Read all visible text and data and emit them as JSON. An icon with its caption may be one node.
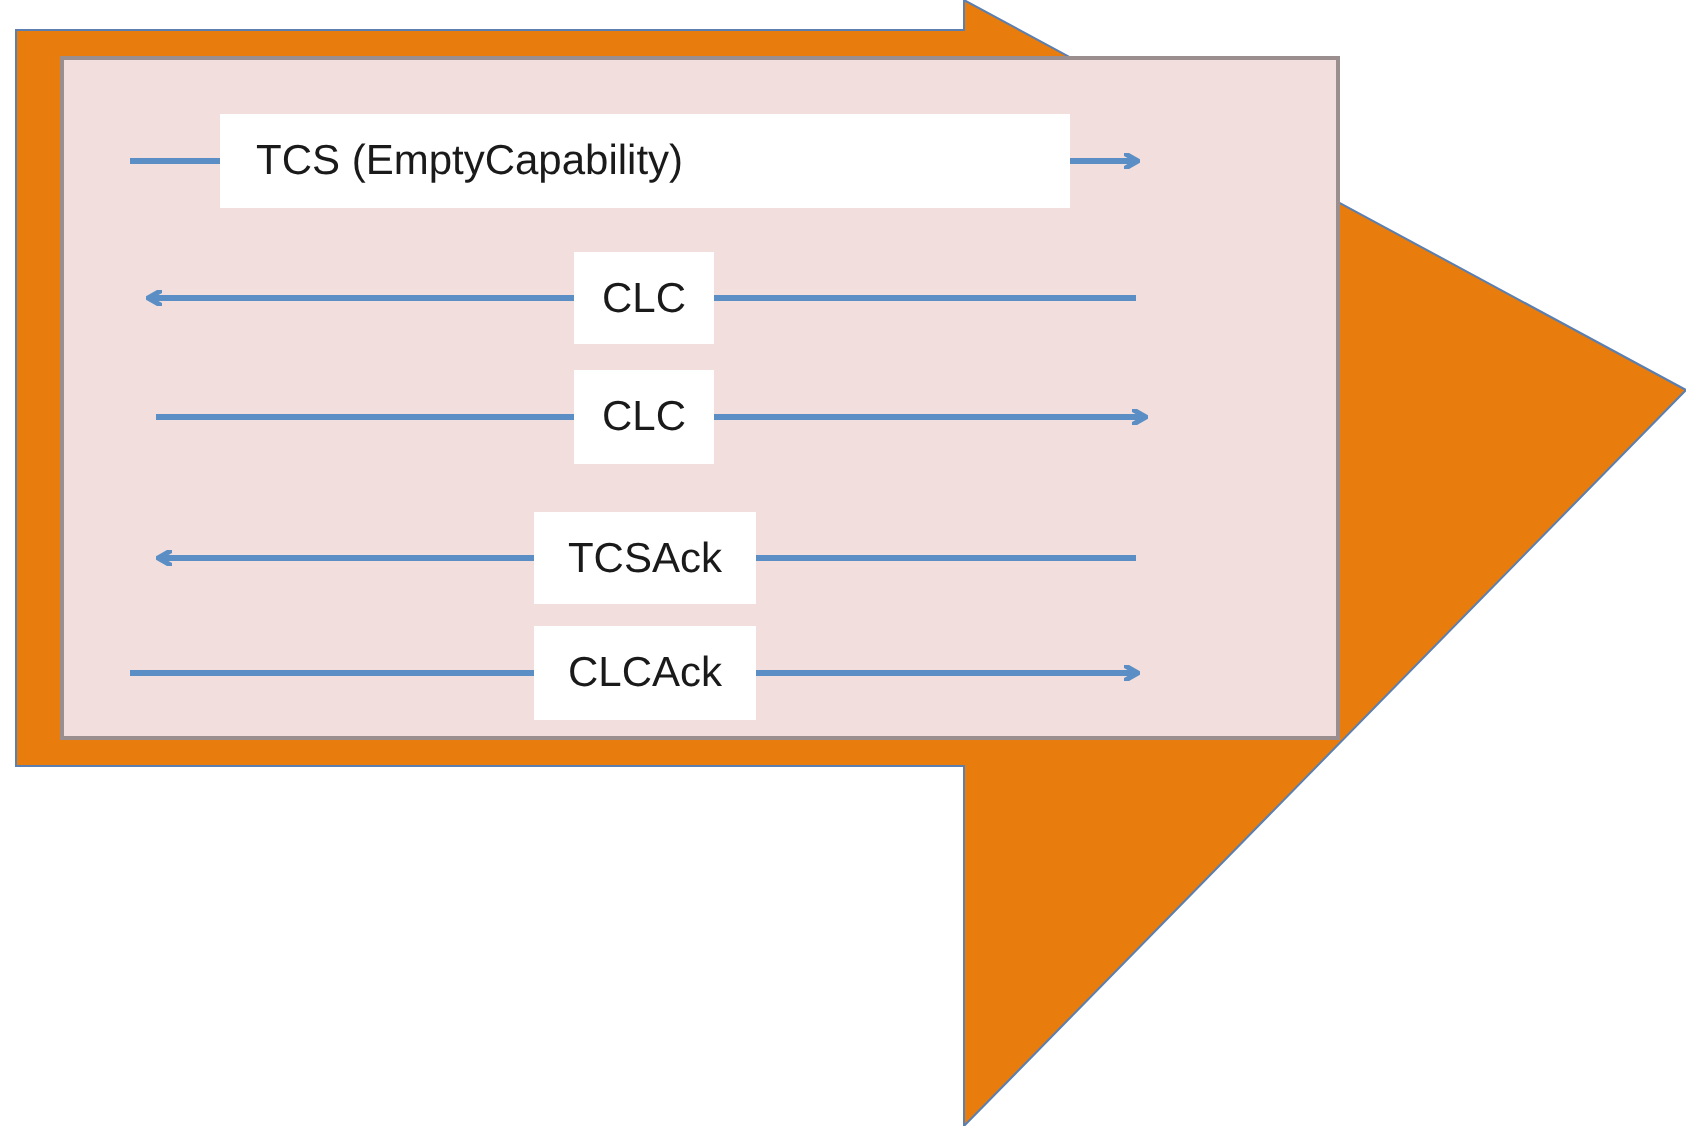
{
  "diagram": {
    "nodes": [
      {
        "text": [],
        "shape": "arrow"
      },
      {
        "text": [],
        "shape": "box",
        "in": 0
      },
      {
        "text": [
          "TCS (EmptyCapability)"
        ],
        "in": 1
      },
      {
        "text": [
          "CLC"
        ],
        "in": 1
      },
      {
        "text": [
          "CLC"
        ],
        "in": 1
      },
      {
        "text": [
          "TCSAck"
        ],
        "in": 1
      },
      {
        "text": [
          "CLCAck"
        ],
        "in": 1
      }
    ],
    "edges": [
      {
        "from": null,
        "to": 2,
        "arrow": "none"
      },
      {
        "from": 2,
        "to": null,
        "arrow": "to"
      },
      {
        "from": 3,
        "to": null,
        "arrow": "to"
      },
      {
        "from": 3,
        "to": null,
        "arrow": "none"
      },
      {
        "from": null,
        "to": 4,
        "arrow": "none"
      },
      {
        "from": 4,
        "to": null,
        "arrow": "to"
      },
      {
        "from": 5,
        "to": null,
        "arrow": "to"
      },
      {
        "from": 5,
        "to": null,
        "arrow": "none"
      },
      {
        "from": null,
        "to": 6,
        "arrow": "none"
      },
      {
        "from": 6,
        "to": null,
        "arrow": "to"
      }
    ]
  }
}
